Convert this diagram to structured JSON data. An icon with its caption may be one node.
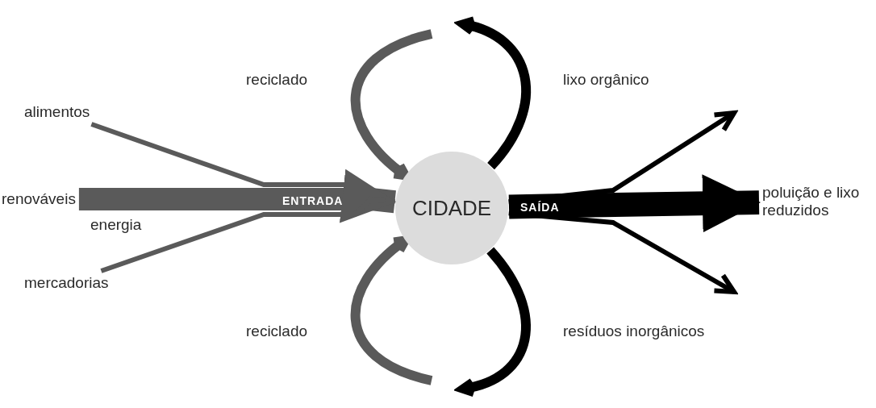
{
  "diagram": {
    "nodes": [
      {
        "text": [
          "CIDADE"
        ]
      },
      {
        "text": [
          "alimentos"
        ]
      },
      {
        "text": [
          "renováveis"
        ]
      },
      {
        "text": [
          "mercadorias"
        ]
      },
      {
        "text": [
          "poluição e lixo reduzidos"
        ]
      }
    ],
    "edges": [
      {
        "from": 1,
        "to": 0,
        "arrow": "to",
        "color": "#5a5a5a"
      },
      {
        "from": 2,
        "to": 0,
        "arrow": "to",
        "label": "ENTRADA",
        "style": "thick",
        "color": "#5a5a5a"
      },
      {
        "from": 3,
        "to": 0,
        "arrow": "to",
        "color": "#5a5a5a"
      },
      {
        "from": 0,
        "to": null,
        "arrow": "to",
        "color": "#000000"
      },
      {
        "from": 0,
        "to": 4,
        "arrow": "to",
        "label": "SAÍDA",
        "style": "thick",
        "color": "#000000"
      },
      {
        "from": 0,
        "to": null,
        "arrow": "to",
        "color": "#000000"
      },
      {
        "from": null,
        "to": 0,
        "arrow": "to",
        "label": "reciclado",
        "color": "#5a5a5a"
      },
      {
        "from": 0,
        "to": null,
        "arrow": "to",
        "label": "lixo orgânico",
        "color": "#000000"
      },
      {
        "from": 0,
        "to": null,
        "arrow": "to",
        "label": "resíduos inorgânicos",
        "color": "#000000"
      },
      {
        "from": null,
        "to": 0,
        "arrow": "to",
        "label": "reciclado",
        "color": "#5a5a5a"
      }
    ],
    "labels": [
      "energia"
    ]
  }
}
